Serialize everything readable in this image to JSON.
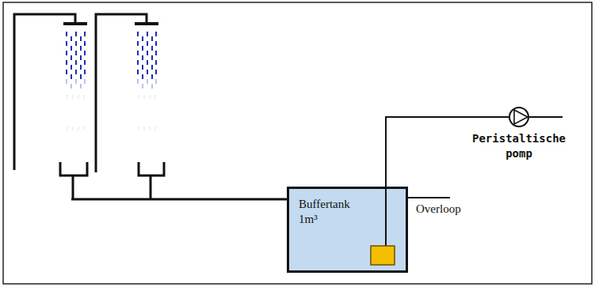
{
  "diagram": {
    "nodes": [
      {
        "text": [
          "Buffertank 1m³"
        ]
      },
      {
        "text": [
          "Peristaltische pomp"
        ]
      }
    ],
    "edges": [
      {
        "from": 0,
        "to": 1,
        "arrow": "none"
      }
    ],
    "labels": [
      "Overloop"
    ]
  }
}
